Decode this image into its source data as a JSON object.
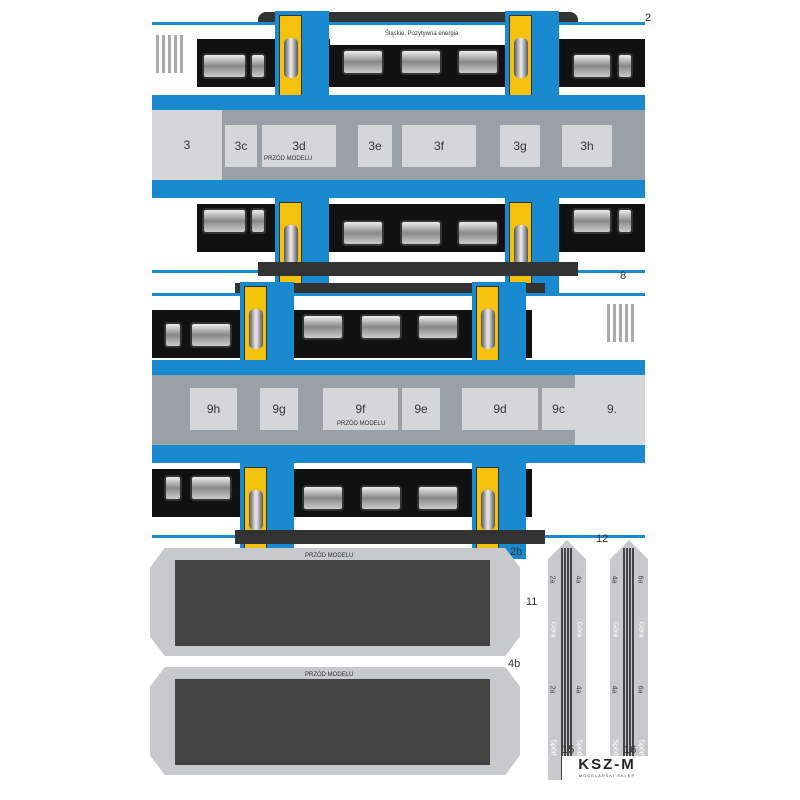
{
  "part_numbers": {
    "p2": "2",
    "p8": "8",
    "p2b": "2b",
    "p4b": "4b",
    "p11": "11",
    "p12": "12"
  },
  "floor_top": {
    "panels": [
      "3",
      "3c",
      "3d",
      "3e",
      "3f",
      "3g",
      "3h"
    ],
    "front_label": "PRZÓD MODELU"
  },
  "floor_bottom": {
    "panels": [
      "9h",
      "9g",
      "9f",
      "9e",
      "9d",
      "9c",
      "9."
    ],
    "front_label": "PRZÓD MODELU"
  },
  "roofs": {
    "front_label": "PRZÓD MODELU"
  },
  "strips": {
    "s11": [
      "2a",
      "Góra",
      "2a",
      "Spód",
      "4a",
      "Góra",
      "4a",
      "Spód"
    ],
    "s12": [
      "4a",
      "Góra",
      "4a",
      "Spód",
      "6a",
      "Góra",
      "6a",
      "Spód"
    ],
    "n15": "15",
    "n16": "16"
  },
  "logo": {
    "name": "KSZ-M",
    "tagline": "MODELARSKI SKLEP"
  },
  "side_ad": "Śląskie. Pozytywna energia",
  "colors": {
    "blue": "#1a8ad0",
    "yellow": "#f4c20d",
    "floor": "#9aa0a8"
  }
}
